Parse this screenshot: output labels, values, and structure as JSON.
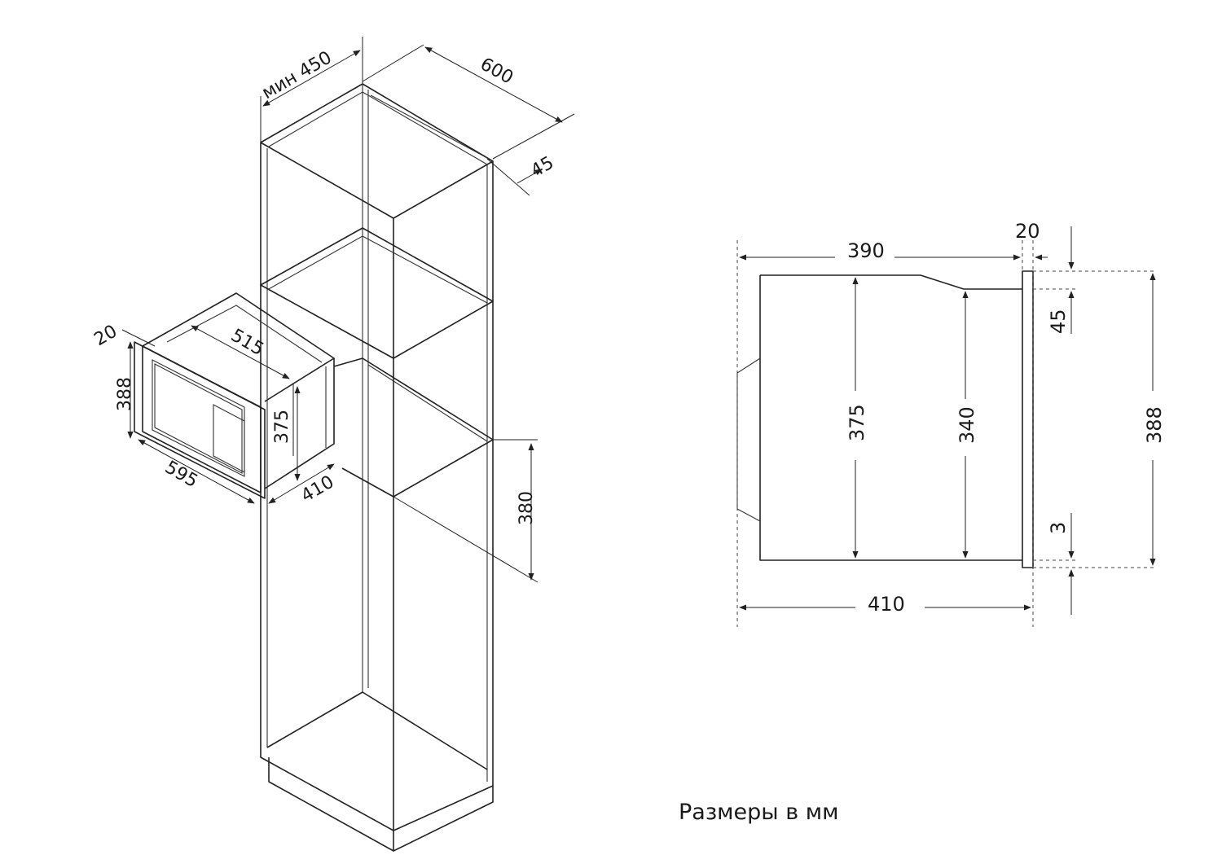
{
  "caption": "Размеры в мм",
  "iso": {
    "cabinet_min_width": "мин 450",
    "cabinet_depth": "600",
    "back_gap": "45",
    "niche_height": "380",
    "oven_depth": "515",
    "frame_offset": "20",
    "oven_front_height": "388",
    "oven_body_height": "375",
    "oven_front_width": "595",
    "oven_body_depth": "410"
  },
  "side": {
    "top_depth": "390",
    "frame_thickness": "20",
    "top_offset": "45",
    "body_height": "375",
    "inner_height": "340",
    "total_height": "388",
    "bottom_offset": "3",
    "total_depth": "410"
  }
}
